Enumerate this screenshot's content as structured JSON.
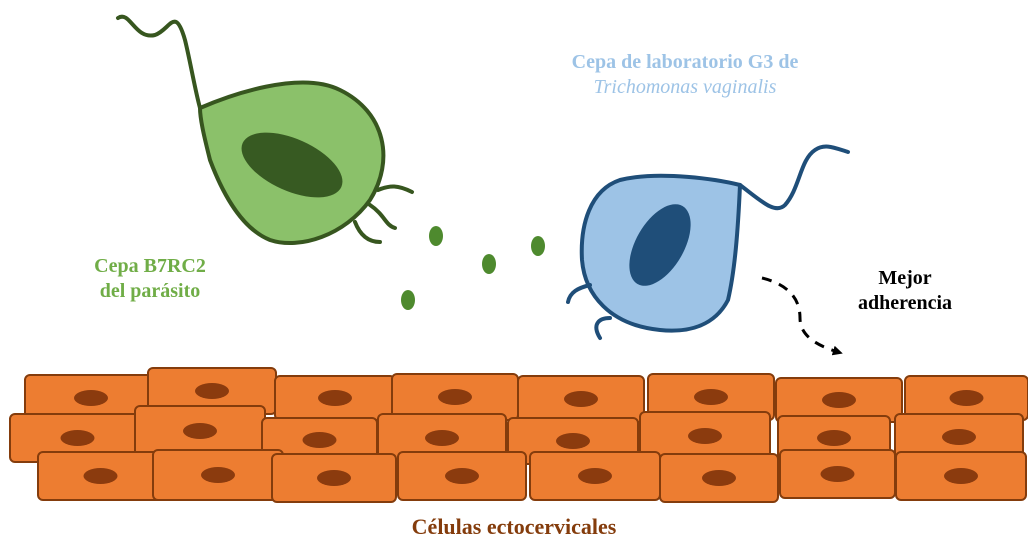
{
  "labels": {
    "g3_line1": "Cepa de laboratorio G3 de",
    "g3_line2": "Trichomonas vaginalis",
    "b7_line1": "Cepa B7RC2",
    "b7_line2": "del parásito",
    "adh_line1": "Mejor",
    "adh_line2": "adherencia",
    "cells": "Células ectocervicales"
  },
  "colors": {
    "green_fill": "#8BC16A",
    "green_stroke": "#37561F",
    "green_nucleus": "#375A22",
    "green_dot": "#4E8A2E",
    "blue_fill": "#9DC3E6",
    "blue_stroke": "#1F4E79",
    "blue_nucleus": "#1F4E79",
    "cell_fill": "#ED7D31",
    "cell_stroke": "#843C0C",
    "cell_nucleus": "#8B3B0E",
    "label_green": "#70AD47",
    "label_blue": "#9DC3E6",
    "label_brown": "#843C0C",
    "label_black": "#000000"
  },
  "icons": {
    "green_parasite": "green-parasite-icon",
    "blue_parasite": "blue-parasite-icon",
    "arrow": "dashed-curved-arrow-icon"
  }
}
